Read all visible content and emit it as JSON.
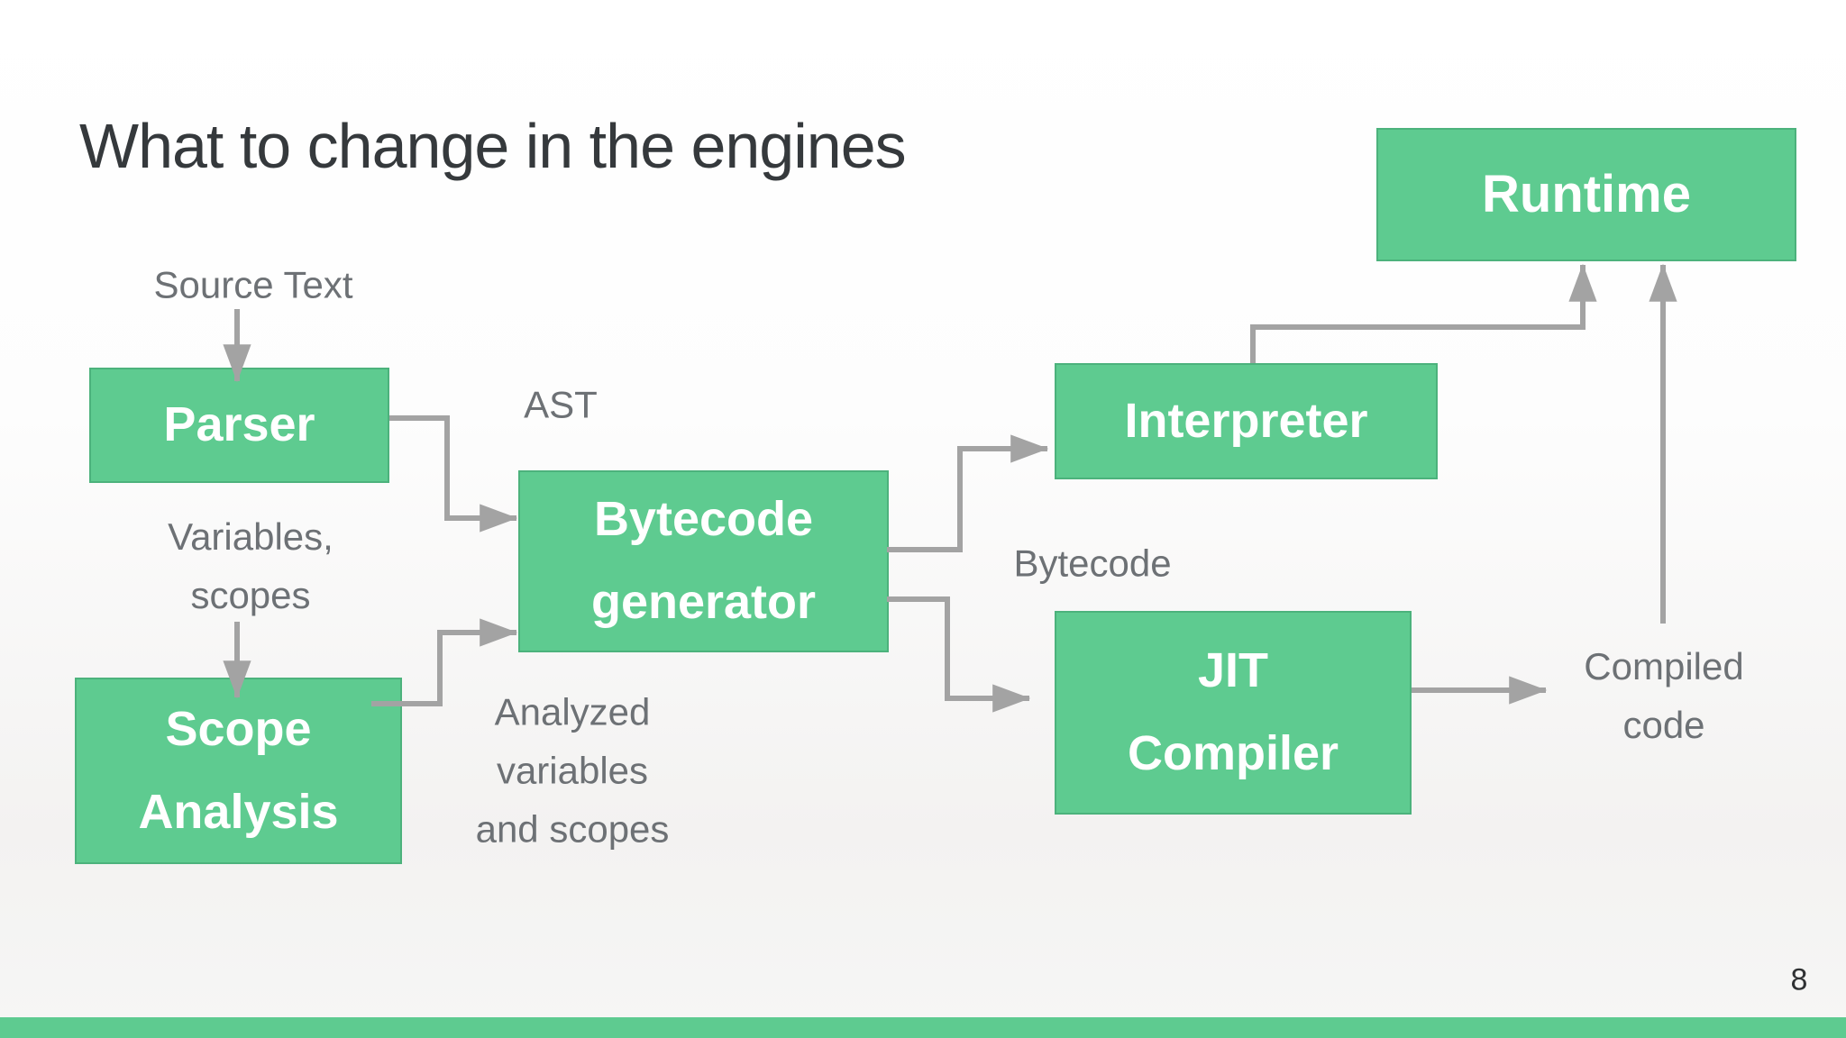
{
  "slide": {
    "title": "What to change in the engines",
    "page_number": "8"
  },
  "boxes": {
    "parser": "Parser",
    "scope_analysis": "Scope\nAnalysis",
    "bytecode_generator": "Bytecode\ngenerator",
    "interpreter": "Interpreter",
    "jit_compiler": "JIT\nCompiler",
    "runtime": "Runtime"
  },
  "labels": {
    "source_text": "Source Text",
    "ast": "AST",
    "variables_scopes": "Variables,\nscopes",
    "analyzed_variables": "Analyzed\nvariables\nand scopes",
    "bytecode": "Bytecode",
    "compiled_code": "Compiled\ncode"
  },
  "edges": [
    {
      "arrow": "source-text-to-parser"
    },
    {
      "arrow": "parser-to-bytecode-generator",
      "label": "AST"
    },
    {
      "arrow": "variables-scopes-to-scope-analysis",
      "label": "Variables, scopes"
    },
    {
      "arrow": "scope-analysis-to-bytecode-generator",
      "label": "Analyzed variables and scopes"
    },
    {
      "arrow": "bytecode-generator-to-interpreter",
      "label": "Bytecode"
    },
    {
      "arrow": "bytecode-generator-to-jit-compiler",
      "label": "Bytecode"
    },
    {
      "arrow": "interpreter-to-runtime"
    },
    {
      "arrow": "jit-compiler-to-compiled-code"
    },
    {
      "arrow": "compiled-code-to-runtime"
    }
  ],
  "colors": {
    "box_fill": "#5ecb90",
    "box_border": "#4cb27c",
    "box_text": "#ffffff",
    "arrow_gray": "#a3a3a3",
    "label_gray": "#6d7175",
    "title_color": "#35393c",
    "footer_bar": "#5ecb90"
  }
}
